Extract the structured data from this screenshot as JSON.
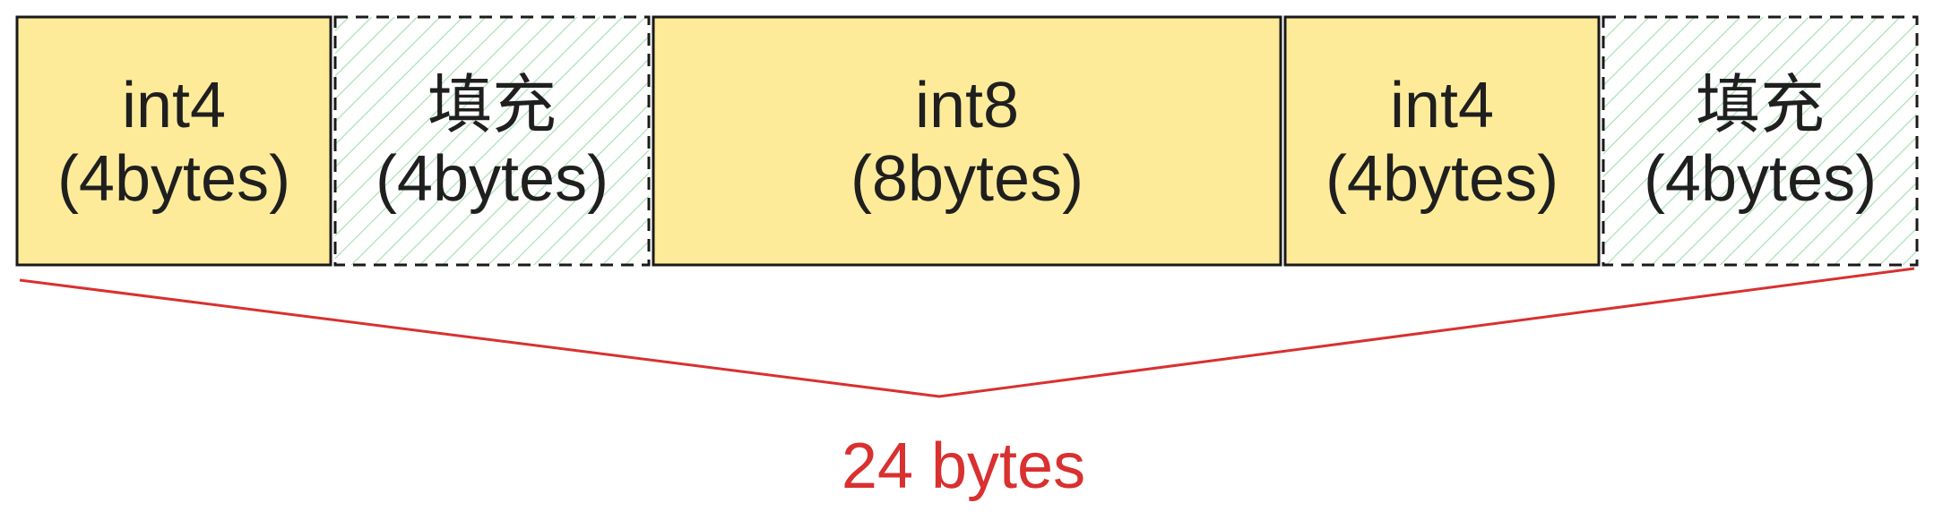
{
  "colors": {
    "data_fill": "#fdeb9a",
    "padding_fill": "#ffffff",
    "padding_hatch": "#a8e0b4",
    "border": "#1a1a1a",
    "brace": "#d93030",
    "text": "#1f1f1f"
  },
  "blocks": [
    {
      "kind": "data",
      "name": "int4",
      "size": "(4bytes)",
      "bytes": 4
    },
    {
      "kind": "padding",
      "name": "填充",
      "size": "(4bytes)",
      "bytes": 4
    },
    {
      "kind": "data",
      "name": "int8",
      "size": "(8bytes)",
      "bytes": 8
    },
    {
      "kind": "data",
      "name": "int4",
      "size": "(4bytes)",
      "bytes": 4
    },
    {
      "kind": "padding",
      "name": "填充",
      "size": "(4bytes)",
      "bytes": 4
    }
  ],
  "total": {
    "label": "24 bytes"
  }
}
